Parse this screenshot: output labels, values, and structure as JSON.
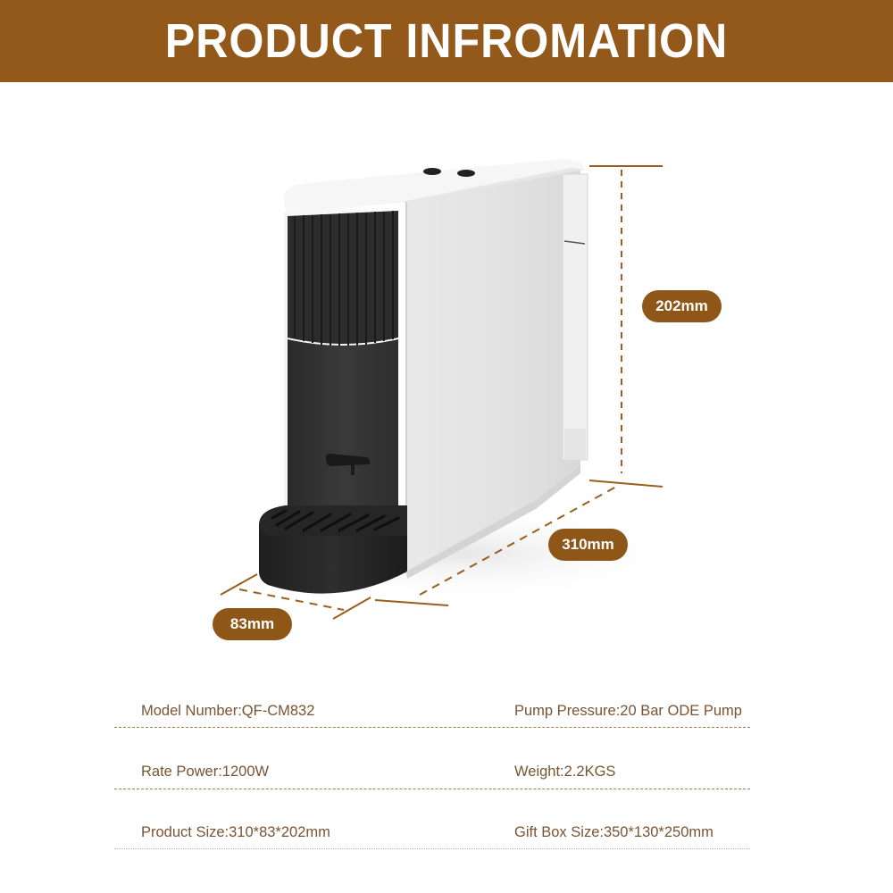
{
  "header": {
    "title": "PRODUCT INFROMATION",
    "background_color": "#93591b",
    "text_color": "#ffffff"
  },
  "product_image": {
    "subject": "white capsule coffee machine with black drip tray",
    "dimensions": {
      "height_label": "202mm",
      "length_label": "310mm",
      "width_label": "83mm"
    },
    "accent_color": "#8e5718"
  },
  "specs": {
    "left": [
      {
        "label": "Model Number",
        "value": "QF-CM832",
        "text": "Model Number:QF-CM832"
      },
      {
        "label": "Rate Power",
        "value": "1200W",
        "text": "Rate Power:1200W"
      },
      {
        "label": "Product Size",
        "value": "310*83*202mm",
        "text": "Product Size:310*83*202mm"
      }
    ],
    "right": [
      {
        "label": "Pump Pressure",
        "value": "20 Bar ODE Pump",
        "text": "Pump Pressure:20 Bar ODE Pump"
      },
      {
        "label": "Weight",
        "value": "2.2KGS",
        "text": "Weight:2.2KGS"
      },
      {
        "label": "Gift Box Size",
        "value": "350*130*250mm",
        "text": "Gift Box Size:350*130*250mm"
      }
    ],
    "text_color": "#7a5432"
  }
}
